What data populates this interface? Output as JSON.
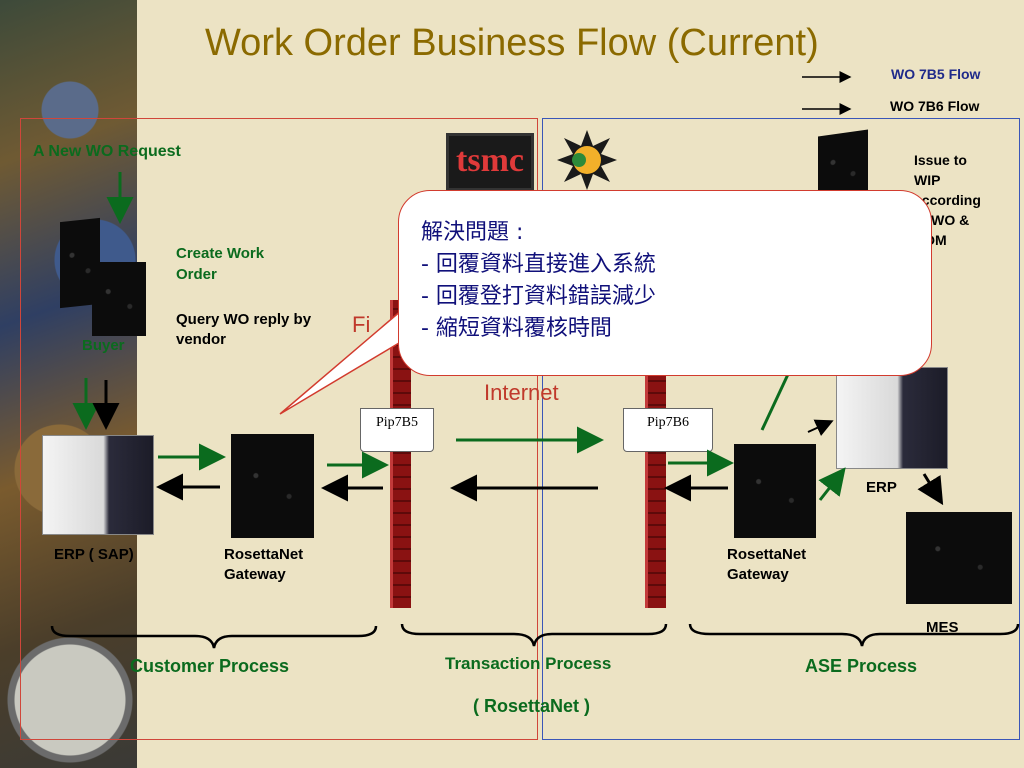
{
  "title": "Work Order Business Flow (Current)",
  "legend": [
    {
      "label": "WO 7B5 Flow",
      "color": "#1f2a8a"
    },
    {
      "label": "WO 7B6 Flow",
      "color": "#000000"
    }
  ],
  "logos": {
    "tsmc": "tsmc"
  },
  "customer": {
    "request": "A New WO Request",
    "buyer": "Buyer",
    "create_line1": "Create Work",
    "create_line2": "Order",
    "query_line1": "Query WO reply by",
    "query_line2": "vendor",
    "erp": "ERP ( SAP)",
    "gateway_line1": "RosettaNet",
    "gateway_line2": "Gateway"
  },
  "middle": {
    "firewall_partial": "Fi",
    "internet": "Internet",
    "pip_left": "Pip7B5",
    "pip_right": "Pip7B6"
  },
  "ase": {
    "issue_lines": [
      "Issue to",
      "WIP",
      "according",
      "to WO &",
      "BOM"
    ],
    "erp": "ERP",
    "mes": "MES",
    "gateway_line1": "RosettaNet",
    "gateway_line2": "Gateway"
  },
  "callout": {
    "heading": "解決問題 :",
    "items": [
      "- 回覆資料直接進入系統",
      "- 回覆登打資料錯誤減少",
      "- 縮短資料覆核時間"
    ]
  },
  "processes": {
    "customer": "Customer Process",
    "transaction": "Transaction Process",
    "transaction_sub": "( RosettaNet )",
    "ase": "ASE Process"
  },
  "colors": {
    "title": "#8b6a00",
    "process_label": "#0b6b1e",
    "arrow_green": "#0b6b1e",
    "callout_text": "#10107a",
    "callout_border": "#d23b2e"
  }
}
